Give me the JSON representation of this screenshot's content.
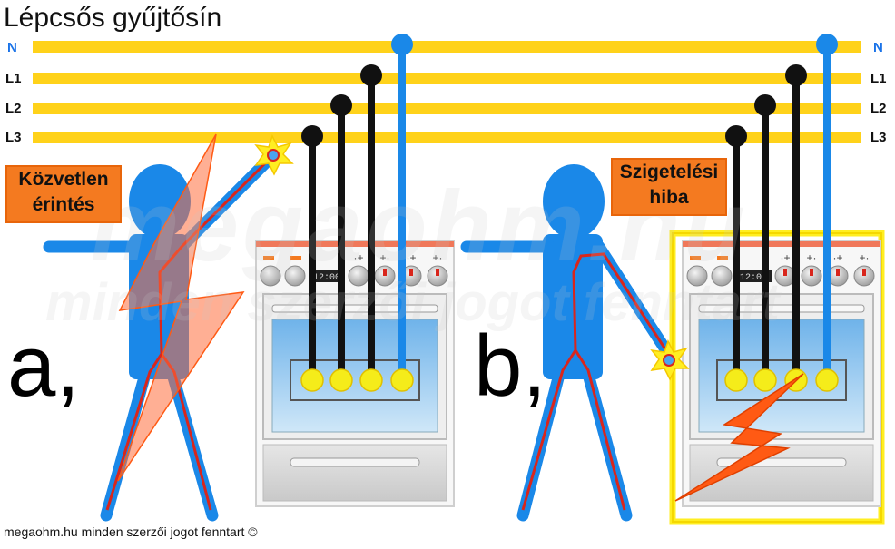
{
  "title": "Lépcsős gyűjtősín",
  "buses": [
    {
      "label": "N",
      "color": "#1a73e8"
    },
    {
      "label": "L1",
      "color": "#111111"
    },
    {
      "label": "L2",
      "color": "#111111"
    },
    {
      "label": "L3",
      "color": "#111111"
    }
  ],
  "panels": [
    {
      "letter": "a,",
      "callout_lines": [
        "Közvetlen",
        "érintés"
      ]
    },
    {
      "letter": "b,",
      "callout_lines": [
        "Szigetelési",
        "hiba"
      ]
    }
  ],
  "appliance": {
    "clock": "12:00"
  },
  "watermark": {
    "line1": "megaohm.hu",
    "line2": "minden szerzői jogot fenntart"
  },
  "footer": "megaohm.hu minden szerzői jogot fenntart ©",
  "colors": {
    "busbar": "#ffd21a",
    "person": "#1a88e8",
    "neutral_wire": "#1a88e8",
    "phase_wire": "#111111",
    "fault_path": "#d9261c",
    "callout": "#f47a20",
    "lightning": "#ff5a14",
    "glow": "#ffee22"
  }
}
